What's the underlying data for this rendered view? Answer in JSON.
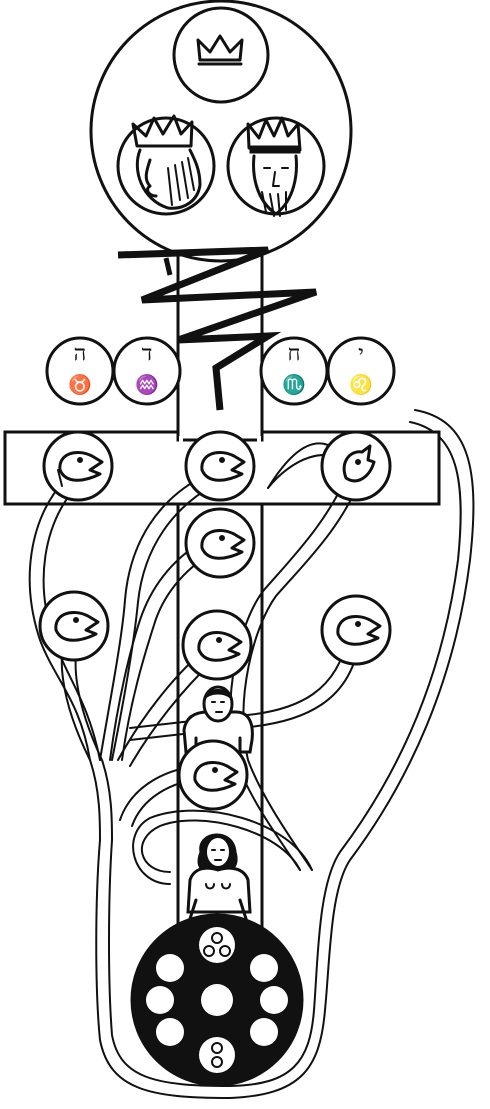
{
  "letters": {
    "far_left": "ה",
    "mid_left": "ד",
    "mid_right": "ח",
    "far_right": "י"
  },
  "signs": {
    "far_left": "♉",
    "mid_left": "♒",
    "mid_right": "♏",
    "far_right": "♌"
  },
  "icons": {
    "crown": "crown-icon",
    "queen": "crowned-queen-icon",
    "king": "crowned-king-icon",
    "lightning": "lightning-flash-icon",
    "serpent": "serpent-head-icon",
    "man": "human-man-icon",
    "woman": "human-woman-icon",
    "wheel": "nine-circle-disk-icon"
  },
  "colors": {
    "ink": "#111111",
    "paper": "#ffffff"
  }
}
